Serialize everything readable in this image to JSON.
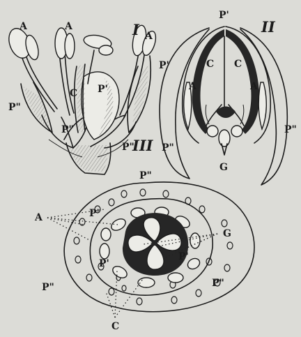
{
  "figures": [
    {
      "numeral": "I"
    },
    {
      "numeral": "II"
    },
    {
      "numeral": "III"
    }
  ],
  "labels": {
    "A": "A",
    "C": "C",
    "G": "G",
    "P1": "P'",
    "P2": "P\""
  }
}
